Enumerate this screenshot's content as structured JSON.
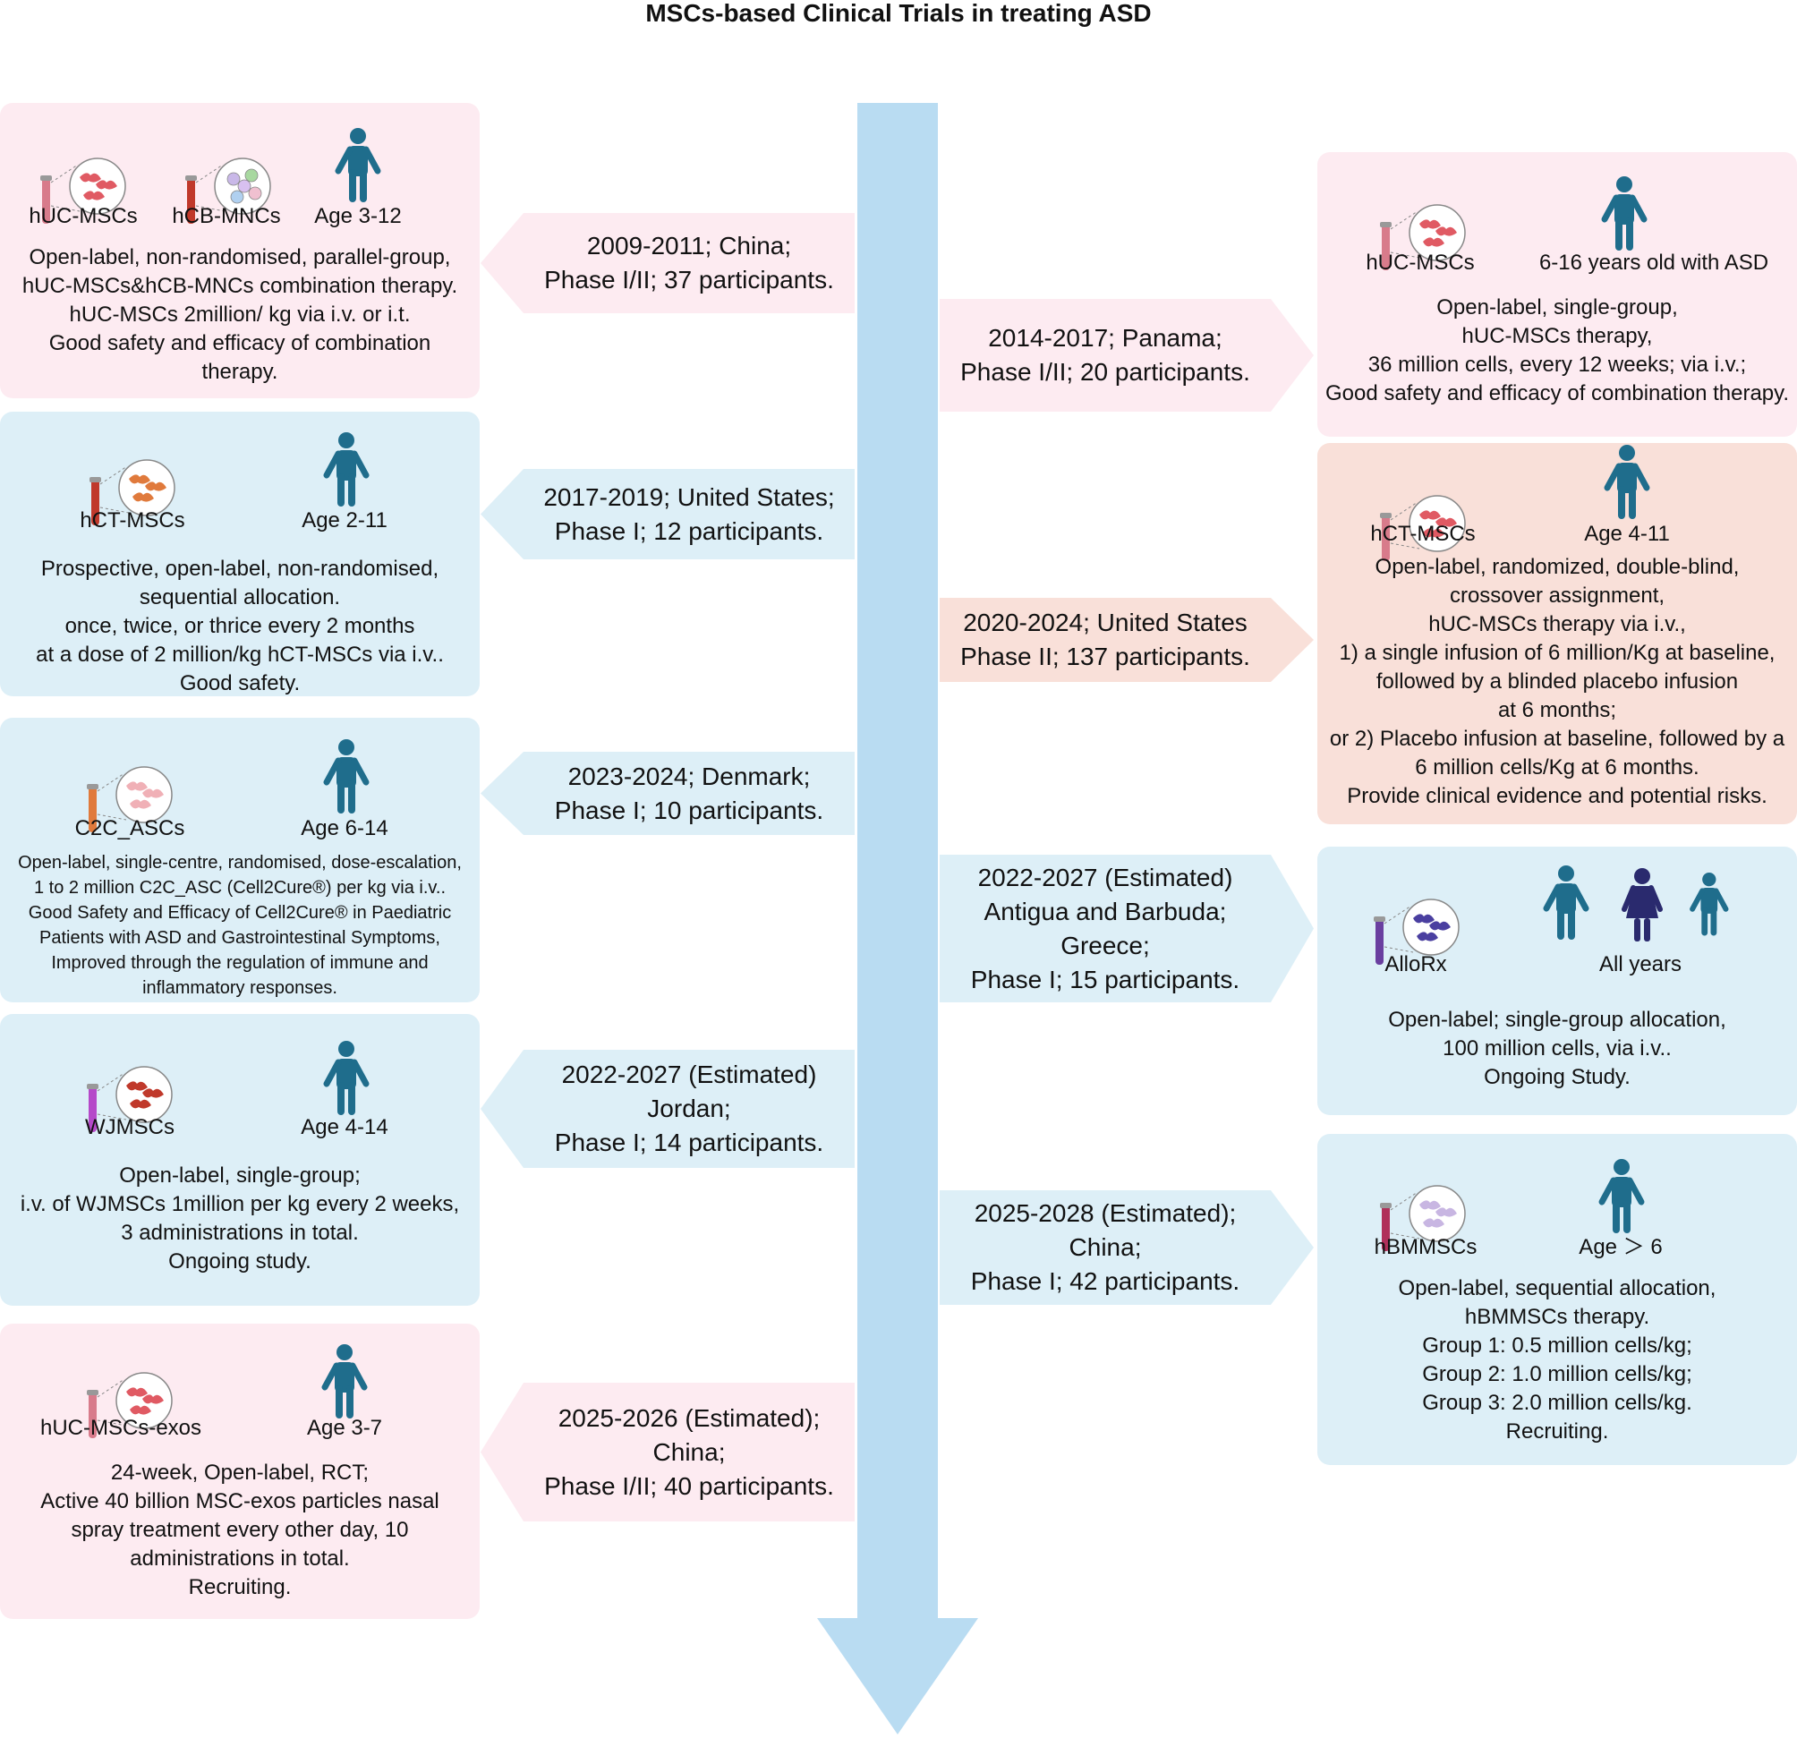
{
  "title": "MSCs-based Clinical Trials in treating ASD",
  "colors": {
    "pink": "#fdebf1",
    "blue": "#ddeff7",
    "peach": "#f9e0d9",
    "timeline": "#b9dcf2",
    "person": "#1f6d8c"
  },
  "left_trials": [
    {
      "icons": [
        "hUC-MSCs",
        "hCB-MNCs",
        "Age 3-12"
      ],
      "description": [
        "Open-label, non-randomised, parallel-group,",
        "hUC-MSCs&hCB-MNCs combination therapy.",
        "hUC-MSCs 2million/ kg via i.v. or i.t.",
        "Good safety and efficacy of combination",
        "therapy."
      ],
      "arrow": [
        "2009-2011; China;",
        "Phase I/II; 37 participants."
      ]
    },
    {
      "icons": [
        "hCT-MSCs",
        "Age 2-11"
      ],
      "description": [
        "Prospective, open-label, non-randomised,",
        "sequential allocation.",
        "once, twice, or thrice every 2 months",
        "at a dose of 2 million/kg hCT-MSCs via i.v..",
        "Good safety."
      ],
      "arrow": [
        "2017-2019; United States;",
        "Phase I; 12 participants."
      ]
    },
    {
      "icons": [
        "C2C_ASCs",
        "Age 6-14"
      ],
      "description": [
        "Open-label, single-centre, randomised, dose-escalation,",
        "1 to 2 million C2C_ASC (Cell2Cure®) per kg via i.v..",
        "Good Safety and Efficacy of Cell2Cure® in Paediatric",
        "Patients with ASD and Gastrointestinal Symptoms,",
        "Improved through the regulation of immune and",
        "inflammatory responses."
      ],
      "arrow": [
        "2023-2024; Denmark;",
        "Phase I; 10 participants."
      ]
    },
    {
      "icons": [
        "WJMSCs",
        "Age 4-14"
      ],
      "description": [
        "Open-label, single-group;",
        "i.v. of WJMSCs 1million per kg every 2 weeks,",
        "3 administrations in total.",
        "Ongoing study."
      ],
      "arrow": [
        "2022-2027 (Estimated)",
        "Jordan;",
        "Phase I; 14 participants."
      ]
    },
    {
      "icons": [
        "hUC-MSCs-exos",
        "Age 3-7"
      ],
      "description": [
        "24-week, Open-label, RCT;",
        "Active  40 billion MSC-exos particles nasal",
        "spray treatment every other day, 10",
        "administrations in total.",
        "Recruiting."
      ],
      "arrow": [
        "2025-2026 (Estimated);",
        "China;",
        "Phase I/II; 40 participants."
      ]
    }
  ],
  "right_trials": [
    {
      "icons": [
        "hUC-MSCs",
        "6-16 years old with ASD"
      ],
      "description": [
        "Open-label, single-group,",
        "hUC-MSCs therapy,",
        "36 million cells, every 12 weeks; via i.v.;",
        "Good safety and efficacy of combination therapy."
      ],
      "arrow": [
        "2014-2017; Panama;",
        "Phase I/II; 20 participants."
      ]
    },
    {
      "icons": [
        "hCT-MSCs",
        "Age 4-11"
      ],
      "description": [
        "Open-label, randomized, double-blind,",
        "crossover assignment,",
        "hUC-MSCs therapy via i.v.,",
        "1) a single infusion of 6 million/Kg at baseline,",
        "followed by a blinded placebo infusion",
        "at 6 months;",
        "or 2) Placebo infusion at baseline, followed by a",
        "6 million cells/Kg at 6 months.",
        "Provide clinical evidence and potential risks."
      ],
      "arrow": [
        "2020-2024; United States",
        "Phase II; 137 participants."
      ]
    },
    {
      "icons": [
        "AlloRx",
        "All years"
      ],
      "description": [
        "Open-label; single-group allocation,",
        "100 million cells, via i.v..",
        "Ongoing Study."
      ],
      "arrow": [
        "2022-2027 (Estimated)",
        "Antigua and Barbuda;",
        "Greece;",
        "Phase I; 15 participants."
      ]
    },
    {
      "icons": [
        "hBMMSCs",
        "Age ＞ 6"
      ],
      "description": [
        "Open-label, sequential allocation,",
        "hBMMSCs therapy.",
        "Group 1: 0.5 million cells/kg;",
        "Group 2: 1.0 million cells/kg;",
        "Group 3: 2.0 million cells/kg.",
        "Recruiting."
      ],
      "arrow": [
        "2025-2028 (Estimated);",
        "China;",
        "Phase I; 42 participants."
      ]
    }
  ]
}
